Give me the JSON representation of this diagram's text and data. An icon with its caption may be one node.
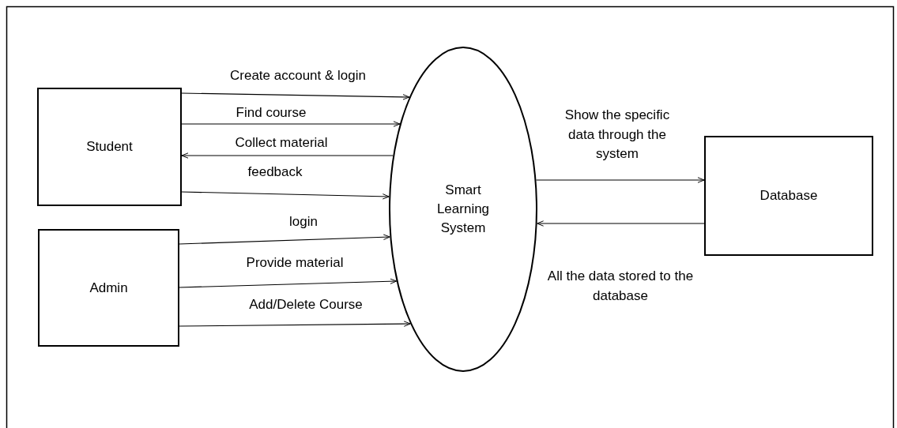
{
  "diagram": {
    "nodes": [
      {
        "text": [
          "Student"
        ]
      },
      {
        "text": [
          "Admin"
        ]
      },
      {
        "text": [
          "Smart Learning System"
        ]
      },
      {
        "text": [
          "Database"
        ]
      }
    ],
    "edges": [
      {
        "from": 0,
        "to": 2,
        "arrow": "to",
        "label": "Create account & login"
      },
      {
        "from": 0,
        "to": 2,
        "arrow": "to",
        "label": "Find course"
      },
      {
        "from": 2,
        "to": 0,
        "arrow": "to",
        "label": "Collect material"
      },
      {
        "from": 0,
        "to": 2,
        "arrow": "to",
        "label": "feedback"
      },
      {
        "from": 1,
        "to": 2,
        "arrow": "to",
        "label": "login"
      },
      {
        "from": 1,
        "to": 2,
        "arrow": "to",
        "label": "Provide material"
      },
      {
        "from": 1,
        "to": 2,
        "arrow": "to",
        "label": "Add/Delete Course"
      },
      {
        "from": 2,
        "to": 3,
        "arrow": "to",
        "label": "Show the specific data through the system"
      },
      {
        "from": 3,
        "to": 2,
        "arrow": "to",
        "label": "All the data stored to the database"
      }
    ]
  }
}
